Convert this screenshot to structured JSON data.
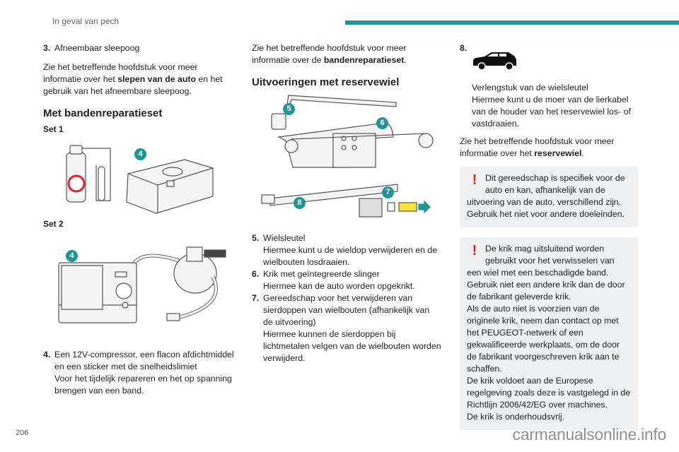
{
  "header": {
    "section_title": "In geval van pech",
    "accent_color": "#1e9693"
  },
  "column1": {
    "item3": {
      "num": "3.",
      "text": "Afneembaar sleepoog"
    },
    "para1": {
      "pre": "Zie het betreffende hoofdstuk voor meer informatie over het ",
      "bold": "slepen van de auto",
      "post": " en het gebruik van het afneembare sleepoog."
    },
    "heading": "Met bandenreparatieset",
    "set1_label": "Set 1",
    "set1_badge": "4",
    "set2_label": "Set 2",
    "set2_badge": "4",
    "item4": {
      "num": "4.",
      "lines": [
        "Een 12V-compressor, een flacon afdichtmiddel en een sticker met de snelheidslimiet",
        "Voor het tijdelijk repareren en het op spanning brengen van een band."
      ]
    }
  },
  "column2": {
    "para1": {
      "pre": "Zie het betreffende hoofdstuk voor meer informatie over de ",
      "bold": "bandenreparatieset",
      "post": "."
    },
    "heading": "Uitvoeringen met reservewiel",
    "badges": [
      "5",
      "6",
      "7",
      "8"
    ],
    "items": [
      {
        "num": "5.",
        "title": "Wielsleutel",
        "desc": "Hiermee kunt u de wieldop verwijderen en de wielbouten losdraaien."
      },
      {
        "num": "6.",
        "title": "Krik met geïntegreerde slinger",
        "desc": "Hiermee kan de auto worden opgekrikt."
      },
      {
        "num": "7.",
        "title": "Gereedschap voor het verwijderen van sierdoppen van wielbouten (afhankelijk van de uitvoering)",
        "desc": "Hiermee kunnen de sierdoppen bij lichtmetalen velgen van de wielbouten worden verwijderd."
      }
    ]
  },
  "column3": {
    "item8": {
      "num": "8.",
      "icon": "car-icon",
      "title": "Verlengstuk van de wielsleutel",
      "desc": "Hiermee kunt u de moer van de lierkabel van de houder van het reservewiel los- of vastdraaien."
    },
    "para1": {
      "pre": "Zie het betreffende hoofdstuk voor meer informatie over het ",
      "bold": "reservewiel",
      "post": "."
    },
    "warning1": {
      "icon": "!",
      "lines": [
        "Dit gereedschap is specifiek voor de auto en kan, afhankelijk van de uitvoering van de auto, verschillend zijn.",
        "Gebruik het niet voor andere doeleinden."
      ]
    },
    "warning2": {
      "icon": "!",
      "lines": [
        "De krik mag uitsluitend worden gebruikt voor het verwisselen van een wiel met een beschadigde band.",
        "Gebruik niet een andere krik dan de door de fabrikant geleverde krik.",
        "Als de auto niet is voorzien van de originele krik, neem dan contact op met het PEUGEOT-netwerk of een gekwalificeerde werkplaats, om de door de fabrikant voorgeschreven krik aan te schaffen.",
        "De krik voldoet aan de Europese regelgeving zoals deze is vastgelegd in de Richtlijn 2006/42/EG over machines.",
        "De krik is onderhoudsvrij."
      ]
    },
    "warning_color": "#e5202e"
  },
  "footer": {
    "page_number": "206",
    "watermark": "carmanualsonline.info"
  }
}
